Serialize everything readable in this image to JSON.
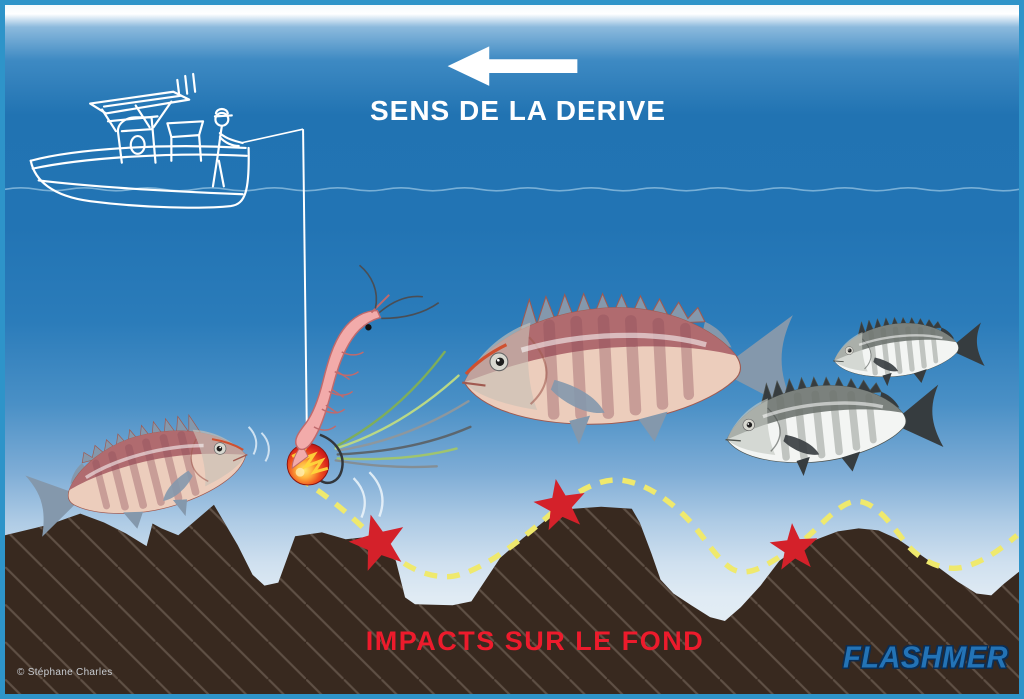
{
  "drift": {
    "label": "SENS DE LA DERIVE",
    "arrow_direction": "left"
  },
  "seafloor": {
    "impacts_label": "IMPACTS SUR LE FOND",
    "impact_marker_count": 3
  },
  "branding": {
    "logo_text": "FLASHMER"
  },
  "credit": {
    "text": "© Stéphane Charles"
  },
  "colors": {
    "water_deep": "#2173b2",
    "water_light": "#e7eff6",
    "seafloor_brown": "#38291f",
    "hatch_brown": "#5f5045",
    "bounce_path_yellow": "#efe96d",
    "impact_star_red": "#d4212a",
    "impacts_text_red": "#ed1b2c",
    "drift_text_white": "#ffffff",
    "logo_blue": "#2373b6",
    "frame_border_blue": "#2e94c9"
  },
  "illustrations": {
    "boat": "center-console fishing boat with angler",
    "lure": "pink shrimp soft bait on red jig ball",
    "fish_left": "pink sea bream chasing lure",
    "fish_center": "large pink sea bream",
    "fish_right": "two gray sea bream"
  }
}
